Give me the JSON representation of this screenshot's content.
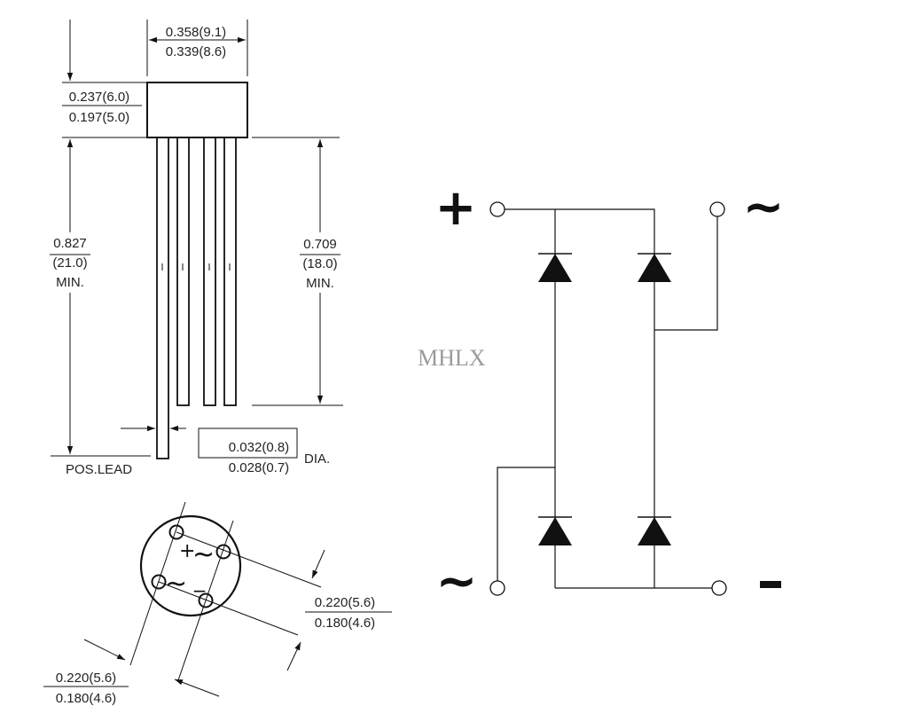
{
  "watermark": "MHLX",
  "dimensions": {
    "width_top": "0.358(9.1)",
    "width_bottom": "0.339(8.6)",
    "height_top": "0.237(6.0)",
    "height_bottom": "0.197(5.0)",
    "lead_long_a": "0.827",
    "lead_long_b": "(21.0)",
    "lead_long_c": "MIN.",
    "lead_short_a": "0.709",
    "lead_short_b": "(18.0)",
    "lead_short_c": "MIN.",
    "dia_top": "0.032(0.8)",
    "dia_bottom": "0.028(0.7)",
    "dia_label": "DIA.",
    "pos_lead": "POS.LEAD",
    "spacing_right_top": "0.220(5.6)",
    "spacing_right_bottom": "0.180(4.6)",
    "spacing_left_top": "0.220(5.6)",
    "spacing_left_bottom": "0.180(4.6)"
  },
  "bottom_view": {
    "plus": "+",
    "tilde_right": "~",
    "tilde_left": "~",
    "minus": "_"
  },
  "schematic": {
    "plus": "+",
    "tilde_top": "~",
    "tilde_bottom": "~",
    "minus": "-"
  }
}
